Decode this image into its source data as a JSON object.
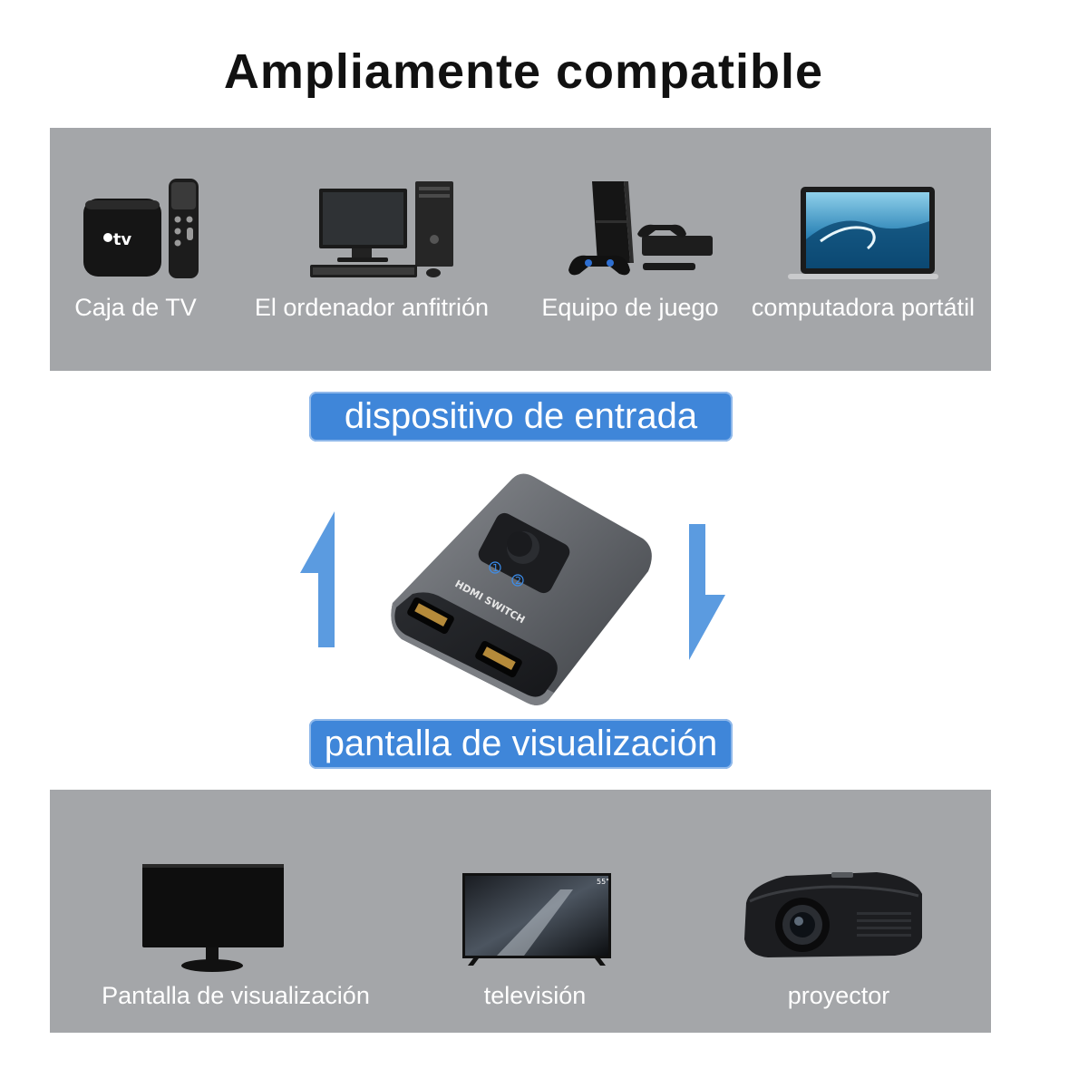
{
  "title": "Ampliamente compatible",
  "input_devices": [
    {
      "label": "Caja de TV",
      "icon": "apple-tv-icon"
    },
    {
      "label": "El ordenador anfitrión",
      "icon": "desktop-computer-icon"
    },
    {
      "label": "Equipo de juego",
      "icon": "game-console-icon"
    },
    {
      "label": "computadora portátil",
      "icon": "laptop-icon"
    }
  ],
  "input_pill": "dispositivo de entrada",
  "output_pill": "pantalla de visualización",
  "switch": {
    "label": "HDMI SWITCH",
    "port_1": "1",
    "port_2": "2",
    "tv_logo": "tv"
  },
  "output_devices": [
    {
      "label": "Pantalla de visualización",
      "icon": "monitor-icon"
    },
    {
      "label": "televisión",
      "icon": "television-icon",
      "badge": "55\""
    },
    {
      "label": "proyector",
      "icon": "projector-icon"
    }
  ],
  "colors": {
    "panel": "#a4a6a9",
    "pill": "#3f86d9",
    "arrow": "#5b9be0"
  }
}
